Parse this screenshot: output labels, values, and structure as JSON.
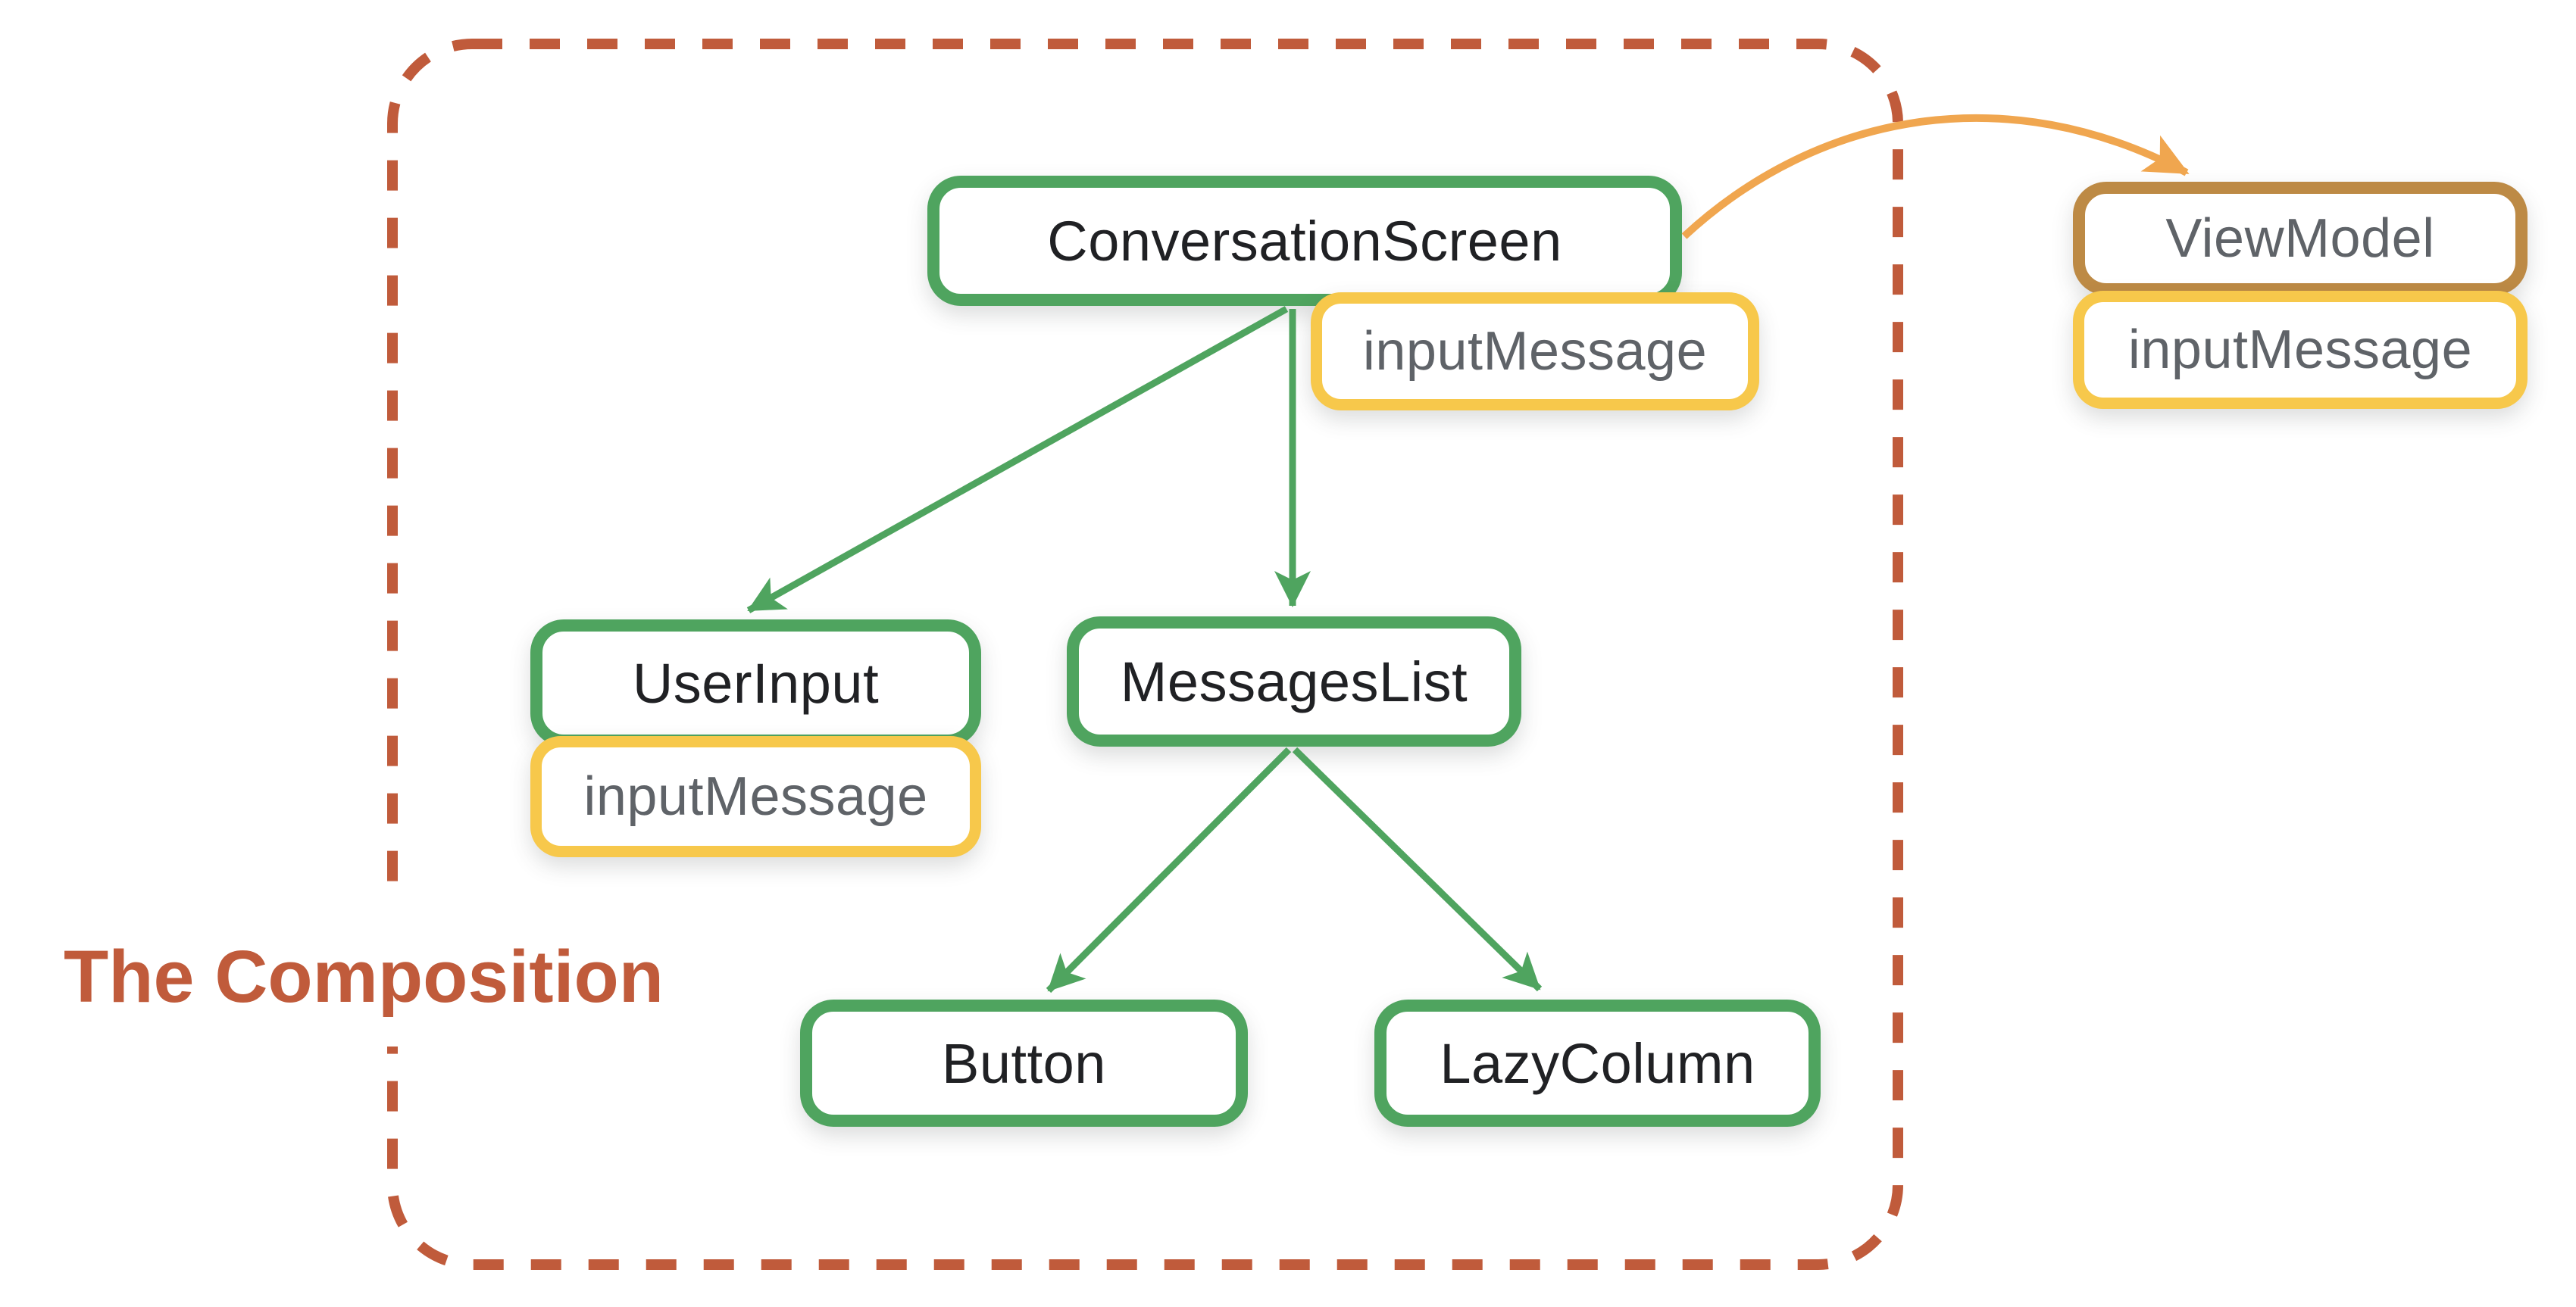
{
  "diagram": {
    "title": "The Composition"
  },
  "colors": {
    "green": "#4FA45F",
    "yellow": "#F7C84B",
    "brown": "#BD8A45",
    "rust": "#C05B3B",
    "orange": "#F0A64F",
    "component_text": "#202124",
    "state_text": "#5F6368"
  },
  "nodes": {
    "conversation_screen": "ConversationScreen",
    "conversation_screen_state": "inputMessage",
    "user_input": "UserInput",
    "user_input_state": "inputMessage",
    "messages_list": "MessagesList",
    "button": "Button",
    "lazy_column": "LazyColumn",
    "view_model": "ViewModel",
    "view_model_state": "inputMessage"
  },
  "edges": [
    {
      "from": "ConversationScreen",
      "to": "UserInput",
      "style": "solid",
      "color": "#4FA45F"
    },
    {
      "from": "ConversationScreen",
      "to": "MessagesList",
      "style": "solid",
      "color": "#4FA45F"
    },
    {
      "from": "MessagesList",
      "to": "Button",
      "style": "solid",
      "color": "#4FA45F"
    },
    {
      "from": "MessagesList",
      "to": "LazyColumn",
      "style": "solid",
      "color": "#4FA45F"
    },
    {
      "from": "ConversationScreen",
      "to": "ViewModel",
      "style": "curved",
      "color": "#F0A64F"
    }
  ],
  "boundary": {
    "label_for": "composition-scope",
    "stroke": "#C05B3B"
  }
}
